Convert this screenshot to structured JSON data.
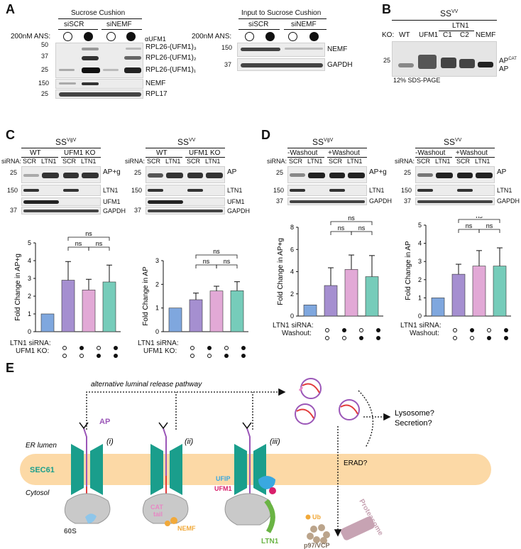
{
  "panel_a": {
    "letter": "A",
    "left_title": "Sucrose Cushion",
    "right_title": "Input to Sucrose Cushion",
    "sirna_left": [
      "siSCR",
      "siNEMF"
    ],
    "sirna_right": [
      "siSCR",
      "siNEMF"
    ],
    "ans_label": "200nM ANS:",
    "antibody_top": "αUFM1",
    "left_mw": [
      "50",
      "37",
      "25",
      "150",
      "25"
    ],
    "left_bands": [
      "RPL26-(UFM1)₃",
      "RPL26-(UFM1)₂",
      "RPL26-(UFM1)₁",
      "NEMF",
      "RPL17"
    ],
    "right_mw": [
      "150",
      "37"
    ],
    "right_bands": [
      "NEMF",
      "GAPDH"
    ]
  },
  "panel_b": {
    "letter": "B",
    "title": "SS",
    "title_sup": "VV",
    "ko_label": "KO:",
    "lanes": [
      "WT",
      "UFM1",
      "C1",
      "C2",
      "NEMF"
    ],
    "ltn1_label": "LTN1",
    "mw": "25",
    "band_labels": [
      "AP",
      "CAT",
      "AP"
    ],
    "gel_label": "12% SDS-PAGE"
  },
  "panel_c": {
    "letter": "C",
    "left_title": "SS",
    "left_sup": "VgV",
    "right_title": "SS",
    "right_sup": "VV",
    "groups": [
      "WT",
      "UFM1 KO"
    ],
    "sirna_label": "siRNA:",
    "lanes": [
      "SCR",
      "LTN1",
      "SCR",
      "LTN1"
    ],
    "left_mw": [
      "25",
      "150",
      "37"
    ],
    "left_bands": [
      "AP+g",
      "LTN1",
      "UFM1",
      "GAPDH"
    ],
    "right_mw": [
      "25",
      "150",
      "37"
    ],
    "right_bands": [
      "AP",
      "LTN1",
      "UFM1",
      "GAPDH"
    ],
    "conditions": [
      "LTN1 siRNA:",
      "UFM1 KO:"
    ]
  },
  "panel_d": {
    "letter": "D",
    "left_title": "SS",
    "left_sup": "VgV",
    "right_title": "SS",
    "right_sup": "VV",
    "groups": [
      "-Washout",
      "+Washout"
    ],
    "sirna_label": "siRNA:",
    "lanes": [
      "SCR",
      "LTN1",
      "SCR",
      "LTN1"
    ],
    "left_mw": [
      "25",
      "150",
      "37"
    ],
    "left_bands": [
      "AP+g",
      "LTN1",
      "GAPDH"
    ],
    "right_mw": [
      "25",
      "150",
      "37"
    ],
    "right_bands": [
      "AP",
      "LTN1",
      "GAPDH"
    ],
    "conditions": [
      "LTN1 siRNA:",
      "Washout:"
    ]
  },
  "chart_data": [
    {
      "type": "bar",
      "panel": "C-left",
      "ylabel": "Fold Change in AP+g",
      "ylim": [
        0,
        5
      ],
      "yticks": [
        "0",
        "1",
        "2",
        "3",
        "4",
        "5"
      ],
      "values": [
        1.0,
        2.9,
        2.35,
        2.8
      ],
      "errors": [
        0,
        1.05,
        0.6,
        0.95
      ],
      "colors": [
        "#7fa7de",
        "#a58fd0",
        "#e2a9d6",
        "#76ccba"
      ],
      "sig": [
        "ns",
        "ns",
        "ns"
      ]
    },
    {
      "type": "bar",
      "panel": "C-right",
      "ylabel": "Fold Change in AP",
      "ylim": [
        0,
        3
      ],
      "yticks": [
        "0",
        "1",
        "2",
        "3"
      ],
      "values": [
        1.0,
        1.35,
        1.72,
        1.73
      ],
      "errors": [
        0,
        0.28,
        0.2,
        0.38
      ],
      "colors": [
        "#7fa7de",
        "#a58fd0",
        "#e2a9d6",
        "#76ccba"
      ],
      "sig": [
        "ns",
        "ns",
        "ns"
      ]
    },
    {
      "type": "bar",
      "panel": "D-left",
      "ylabel": "Fold Change in AP+g",
      "ylim": [
        0,
        8
      ],
      "yticks": [
        "0",
        "2",
        "4",
        "6",
        "8"
      ],
      "values": [
        1.0,
        2.75,
        4.2,
        3.55
      ],
      "errors": [
        0,
        1.6,
        1.3,
        1.9
      ],
      "colors": [
        "#7fa7de",
        "#a58fd0",
        "#e2a9d6",
        "#76ccba"
      ],
      "sig": [
        "ns",
        "ns",
        "ns"
      ]
    },
    {
      "type": "bar",
      "panel": "D-right",
      "ylabel": "Fold Change in AP",
      "ylim": [
        0,
        5
      ],
      "yticks": [
        "0",
        "1",
        "2",
        "3",
        "4",
        "5"
      ],
      "values": [
        1.0,
        2.3,
        2.75,
        2.75
      ],
      "errors": [
        0,
        0.55,
        0.85,
        1.0
      ],
      "colors": [
        "#7fa7de",
        "#a58fd0",
        "#e2a9d6",
        "#76ccba"
      ],
      "sig": [
        "ns",
        "ns",
        "ns"
      ]
    }
  ],
  "panel_e": {
    "letter": "E",
    "pathway_label": "alternative luminal release pathway",
    "lumen_label": "ER lumen",
    "cytosol_label": "Cytosol",
    "sec61_label": "SEC61",
    "ribosome_label": "60S",
    "ap_label": "AP",
    "stage_labels": [
      "(i)",
      "(ii)",
      "(iii)"
    ],
    "cat_label": "CAT",
    "tail_label": "tail",
    "nemf_label": "NEMF",
    "ufip_label": "UFIP",
    "ufm1_label": "UFM1",
    "ltn1_label": "LTN1",
    "ub_label": "Ub",
    "p97_label": "p97/VCP",
    "proteasome_label": "Proteasome",
    "erad_label": "ERAD?",
    "fate_lines": [
      "Lysosome?",
      "Secretion?"
    ]
  }
}
